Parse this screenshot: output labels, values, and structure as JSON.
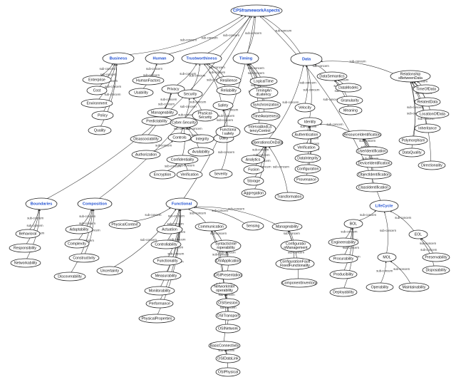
{
  "diagram": {
    "edge_label": "sub-concern",
    "root": "CPSframeworkAspects",
    "aspects": [
      "Business",
      "Human",
      "Trustworthiness",
      "Timing",
      "Data",
      "Boundaries",
      "Composition",
      "Functional",
      "LifeCycle"
    ],
    "nodes": [
      {
        "id": "root",
        "label": "CPSframeworkAspects",
        "kind": "root"
      },
      {
        "id": "business",
        "label": "Business",
        "kind": "core"
      },
      {
        "id": "human",
        "label": "Human",
        "kind": "core"
      },
      {
        "id": "trust",
        "label": "Trustworthiness",
        "kind": "core"
      },
      {
        "id": "timing",
        "label": "Timing",
        "kind": "core"
      },
      {
        "id": "data",
        "label": "Data",
        "kind": "core"
      },
      {
        "id": "boundaries",
        "label": "Boundaries",
        "kind": "core"
      },
      {
        "id": "composition",
        "label": "Composition",
        "kind": "core"
      },
      {
        "id": "functional",
        "label": "Functional",
        "kind": "core"
      },
      {
        "id": "lifecycle",
        "label": "LifeCycle",
        "kind": "core"
      },
      {
        "id": "enterprise",
        "label": "Enterprise"
      },
      {
        "id": "cost",
        "label": "Cost"
      },
      {
        "id": "environment",
        "label": "Environment"
      },
      {
        "id": "policy",
        "label": "Policy"
      },
      {
        "id": "quality",
        "label": "Quality"
      },
      {
        "id": "humanfactors",
        "label": "HumanFactors"
      },
      {
        "id": "usability",
        "label": "Usability"
      },
      {
        "id": "privacy",
        "label": "Privacy"
      },
      {
        "id": "security",
        "label": "Security"
      },
      {
        "id": "resilience",
        "label": "Resilience"
      },
      {
        "id": "reliability",
        "label": "Reliability"
      },
      {
        "id": "safety",
        "label": "Safety"
      },
      {
        "id": "manageability_t",
        "label": "Manageability"
      },
      {
        "id": "predictability",
        "label": "Predictability"
      },
      {
        "id": "cybersecurity",
        "label": "Cyber-Security"
      },
      {
        "id": "physicalsecurity",
        "label": "Physical-Security"
      },
      {
        "id": "disassociability",
        "label": "Disassociability"
      },
      {
        "id": "controls",
        "label": "Controls"
      },
      {
        "id": "integrity",
        "label": "Integrity"
      },
      {
        "id": "utility",
        "label": "Utility"
      },
      {
        "id": "authorization",
        "label": "Authorization"
      },
      {
        "id": "availability",
        "label": "Availability"
      },
      {
        "id": "functionalsafety",
        "label": "Functional safety"
      },
      {
        "id": "confidentiality",
        "label": "Confidentiality"
      },
      {
        "id": "encryption",
        "label": "Encryption"
      },
      {
        "id": "verification_t",
        "label": "Verification"
      },
      {
        "id": "severity",
        "label": "Severity"
      },
      {
        "id": "logicaltime",
        "label": "LogicalTime"
      },
      {
        "id": "timinglatency",
        "label": "TimingAndLatency"
      },
      {
        "id": "synchronization",
        "label": "Synchronization"
      },
      {
        "id": "timeawareness",
        "label": "TimeAwareness"
      },
      {
        "id": "intervalaccess",
        "label": "IntervalAndLatencyControl"
      },
      {
        "id": "datasemantics",
        "label": "DataSemantics"
      },
      {
        "id": "relationships",
        "label": "RelationshipsBetweenData"
      },
      {
        "id": "datamodels",
        "label": "DataModels"
      },
      {
        "id": "timeofdata",
        "label": "TimeOfData"
      },
      {
        "id": "granularity",
        "label": "Granularity"
      },
      {
        "id": "relateddata",
        "label": "RelatedData"
      },
      {
        "id": "meaning",
        "label": "Meaning"
      },
      {
        "id": "locationofdata",
        "label": "LocationOfData"
      },
      {
        "id": "velocity",
        "label": "Velocity"
      },
      {
        "id": "identity",
        "label": "Identity"
      },
      {
        "id": "inheritance",
        "label": "Inheritance"
      },
      {
        "id": "polymorphism",
        "label": "Polymorphism"
      },
      {
        "id": "dataquality",
        "label": "DataQuality"
      },
      {
        "id": "directionality",
        "label": "Directionality"
      },
      {
        "id": "operationsondata",
        "label": "OperationsOnData"
      },
      {
        "id": "authentication",
        "label": "Authentication"
      },
      {
        "id": "resourceidentification",
        "label": "ResourceIdentification"
      },
      {
        "id": "verification_d",
        "label": "Verification"
      },
      {
        "id": "useridentification",
        "label": "UserIdentification"
      },
      {
        "id": "dataintegrity",
        "label": "DataIntegrity"
      },
      {
        "id": "configuration",
        "label": "Configuration"
      },
      {
        "id": "deviceidentification",
        "label": "DeviceIdentification"
      },
      {
        "id": "provenance",
        "label": "Provenance"
      },
      {
        "id": "objectidentification",
        "label": "ObjectIdentification"
      },
      {
        "id": "classidentification",
        "label": "ClassIdentification"
      },
      {
        "id": "analytics",
        "label": "Analytics"
      },
      {
        "id": "fusion",
        "label": "Fusion"
      },
      {
        "id": "storage",
        "label": "Storage"
      },
      {
        "id": "aggregation",
        "label": "Aggregation"
      },
      {
        "id": "transformation",
        "label": "Transformation"
      },
      {
        "id": "behavioral",
        "label": "Behavioral"
      },
      {
        "id": "responsibility",
        "label": "Responsibility"
      },
      {
        "id": "networkability",
        "label": "Networkability"
      },
      {
        "id": "adaptability",
        "label": "Adaptability"
      },
      {
        "id": "complexity",
        "label": "Complexity"
      },
      {
        "id": "constructivity",
        "label": "Constructivity"
      },
      {
        "id": "discoverability",
        "label": "Discoverability"
      },
      {
        "id": "physicalcontext",
        "label": "PhysicalContext"
      },
      {
        "id": "uncertainty",
        "label": "Uncertainty"
      },
      {
        "id": "actuation",
        "label": "Actuation"
      },
      {
        "id": "controllability",
        "label": "Controllability"
      },
      {
        "id": "functionality",
        "label": "Functionality"
      },
      {
        "id": "measurability",
        "label": "Measurability"
      },
      {
        "id": "monitorability",
        "label": "Monitorability"
      },
      {
        "id": "performance",
        "label": "Performance"
      },
      {
        "id": "physicalproperties",
        "label": "PhysicalProperties"
      },
      {
        "id": "communication",
        "label": "Communication"
      },
      {
        "id": "sensing",
        "label": "Sensing"
      },
      {
        "id": "manageability_f",
        "label": "Manageability"
      },
      {
        "id": "syntactic",
        "label": "SyntacticInteroperability"
      },
      {
        "id": "osiapplication",
        "label": "OSIApplication"
      },
      {
        "id": "osipresentation",
        "label": "OSIPresentation"
      },
      {
        "id": "networkinterop",
        "label": "NetworkInteroperability"
      },
      {
        "id": "osisession",
        "label": "OSISession"
      },
      {
        "id": "ositransport",
        "label": "OSITransport"
      },
      {
        "id": "osinetwork",
        "label": "OSINetwork"
      },
      {
        "id": "basicconnectivity",
        "label": "BasicConnectivity"
      },
      {
        "id": "osidatalink",
        "label": "OSIDataLink"
      },
      {
        "id": "osiphysical",
        "label": "OSIPhysical"
      },
      {
        "id": "configmgmt",
        "label": "ConfigurationManagement"
      },
      {
        "id": "configfault",
        "label": "ConfigurationFaultFixedFunctionality"
      },
      {
        "id": "componentinventory",
        "label": "ComponentInventory"
      },
      {
        "id": "bol",
        "label": "BOL"
      },
      {
        "id": "engineerability",
        "label": "Engineerability"
      },
      {
        "id": "procurability",
        "label": "Procurability"
      },
      {
        "id": "producibility",
        "label": "Producibility"
      },
      {
        "id": "deployability",
        "label": "Deployability"
      },
      {
        "id": "mol",
        "label": "MOL"
      },
      {
        "id": "operability",
        "label": "Operability"
      },
      {
        "id": "maintainability",
        "label": "Maintainability"
      },
      {
        "id": "eol",
        "label": "EOL"
      },
      {
        "id": "preservability",
        "label": "Preservability"
      },
      {
        "id": "disposability",
        "label": "Disposability"
      }
    ]
  }
}
